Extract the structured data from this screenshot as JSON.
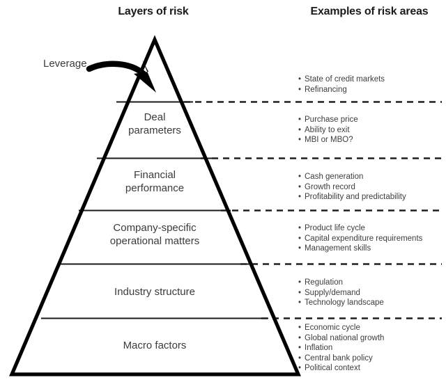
{
  "headers": {
    "left": "Layers of risk",
    "right": "Examples of risk areas"
  },
  "annotation": {
    "leverage_label": "Leverage",
    "arrow_icon": "curved-arrow-icon"
  },
  "pyramid": {
    "layers": [
      {
        "id": "apex",
        "label": ""
      },
      {
        "id": "deal-parameters",
        "label": "Deal\nparameters"
      },
      {
        "id": "financial-performance",
        "label": "Financial\nperformance"
      },
      {
        "id": "company-specific",
        "label": "Company-specific\noperational matters"
      },
      {
        "id": "industry-structure",
        "label": "Industry structure"
      },
      {
        "id": "macro-factors",
        "label": "Macro factors"
      }
    ]
  },
  "examples": [
    {
      "id": "apex-examples",
      "items": [
        "State of credit markets",
        "Refinancing"
      ]
    },
    {
      "id": "deal-parameters-examples",
      "items": [
        "Purchase price",
        "Ability to exit",
        "MBI or MBO?"
      ]
    },
    {
      "id": "financial-performance-examples",
      "items": [
        "Cash generation",
        "Growth record",
        "Profitability and predictability"
      ]
    },
    {
      "id": "company-specific-examples",
      "items": [
        "Product life cycle",
        "Capital expenditure requirements",
        "Management skills"
      ]
    },
    {
      "id": "industry-structure-examples",
      "items": [
        "Regulation",
        "Supply/demand",
        "Technology landscape"
      ]
    },
    {
      "id": "macro-factors-examples",
      "items": [
        "Economic cycle",
        "Global national growth",
        "Inflation",
        "Central bank policy",
        "Political context"
      ]
    }
  ],
  "colors": {
    "outline": "#000000",
    "divider": "#1a1a1a",
    "dashed": "#1f1f1f",
    "text": "#3d3d3d",
    "heading": "#1b1b1b",
    "background": "#ffffff"
  },
  "bullet_glyph": "•"
}
